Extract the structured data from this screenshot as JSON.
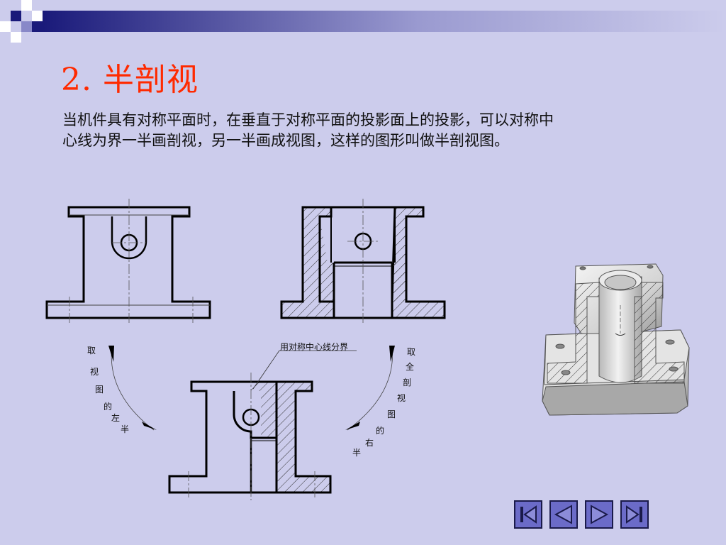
{
  "slide": {
    "title": "2. 半剖视",
    "paragraph_lines": [
      "当机件具有对称平面时，在垂直于对称平面的投影面上的投影，可以对称中",
      "心线为界一半画剖视，另一半画成视图，这样的图形叫做半剖视图。"
    ]
  },
  "figure": {
    "callout": "用对称中心线分界",
    "left_arc_chars": [
      "取",
      "视",
      "图",
      "的",
      "左",
      "半"
    ],
    "right_arc_chars": [
      "取",
      "全",
      "剖",
      "视",
      "图",
      "的",
      "右",
      "半"
    ]
  },
  "navigation": {
    "buttons": [
      {
        "name": "first-slide-button",
        "icon": "skip-first-icon"
      },
      {
        "name": "previous-slide-button",
        "icon": "triangle-left-icon"
      },
      {
        "name": "next-slide-button",
        "icon": "triangle-right-icon"
      },
      {
        "name": "last-slide-button",
        "icon": "skip-last-icon"
      }
    ]
  },
  "colors": {
    "background": "#ccccec",
    "title": "#ff2a00",
    "nav_button": "#6b6bc8",
    "decoration": "#1a1a7a"
  }
}
